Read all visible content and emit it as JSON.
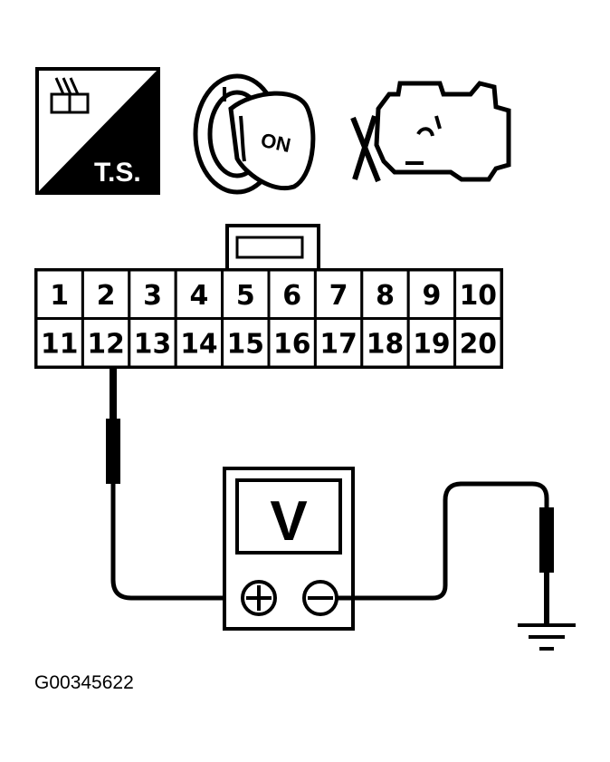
{
  "icons": {
    "tool_label": "T.S.",
    "key_label": "ON"
  },
  "connector": {
    "top_row": [
      "1",
      "2",
      "3",
      "4",
      "5",
      "6",
      "7",
      "8",
      "9",
      "10"
    ],
    "bottom_row": [
      "11",
      "12",
      "13",
      "14",
      "15",
      "16",
      "17",
      "18",
      "19",
      "20"
    ],
    "probe_pin": "12"
  },
  "meter": {
    "display": "V",
    "positive_terminal": "positive-terminal-icon",
    "negative_terminal": "negative-terminal-icon"
  },
  "figure_id": "G00345622"
}
